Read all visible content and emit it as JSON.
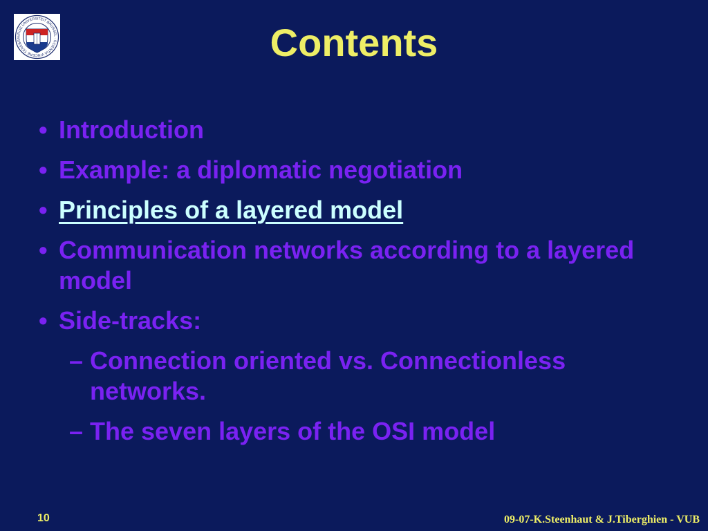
{
  "slide": {
    "title": "Contents",
    "bullets": [
      "Introduction",
      "Example: a diplomatic negotiation",
      "Principles of a layered model",
      "Communication networks according to a layered model",
      "Side-tracks:"
    ],
    "subbullets": [
      "Connection oriented vs. Connectionless networks.",
      "The seven layers of the OSI model"
    ],
    "current_item": "Principles of a layered model"
  },
  "markers": {
    "bullet": "•",
    "dash": "–"
  },
  "logo": {
    "text": "VRIJE UNIVERSITEIT BRUSSEL · SCIENTIA VINCERE TENEBRAS"
  },
  "footer": {
    "page_number": "10",
    "credit": "09-07-K.Steenhaut & J.Tiberghien - VUB"
  },
  "colors": {
    "background": "#0b1a5c",
    "title": "#eeee66",
    "text": "#7a22f2",
    "current_item": "#ccffff",
    "footer": "#eeee66"
  }
}
